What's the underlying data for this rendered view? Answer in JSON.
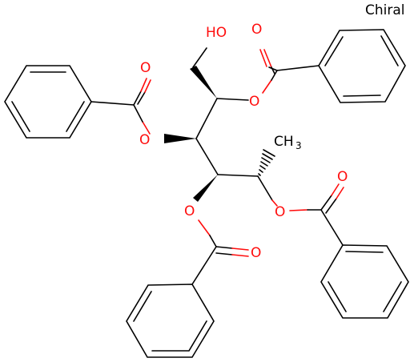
{
  "label": "Chiral",
  "atoms": {
    "hydroxyl": "HO",
    "methyl_main": "CH",
    "methyl_sub": "3",
    "oxygen": "O"
  },
  "colors": {
    "bond": "#000000",
    "oxygen": "#ff0d0d",
    "background": "#ffffff"
  }
}
